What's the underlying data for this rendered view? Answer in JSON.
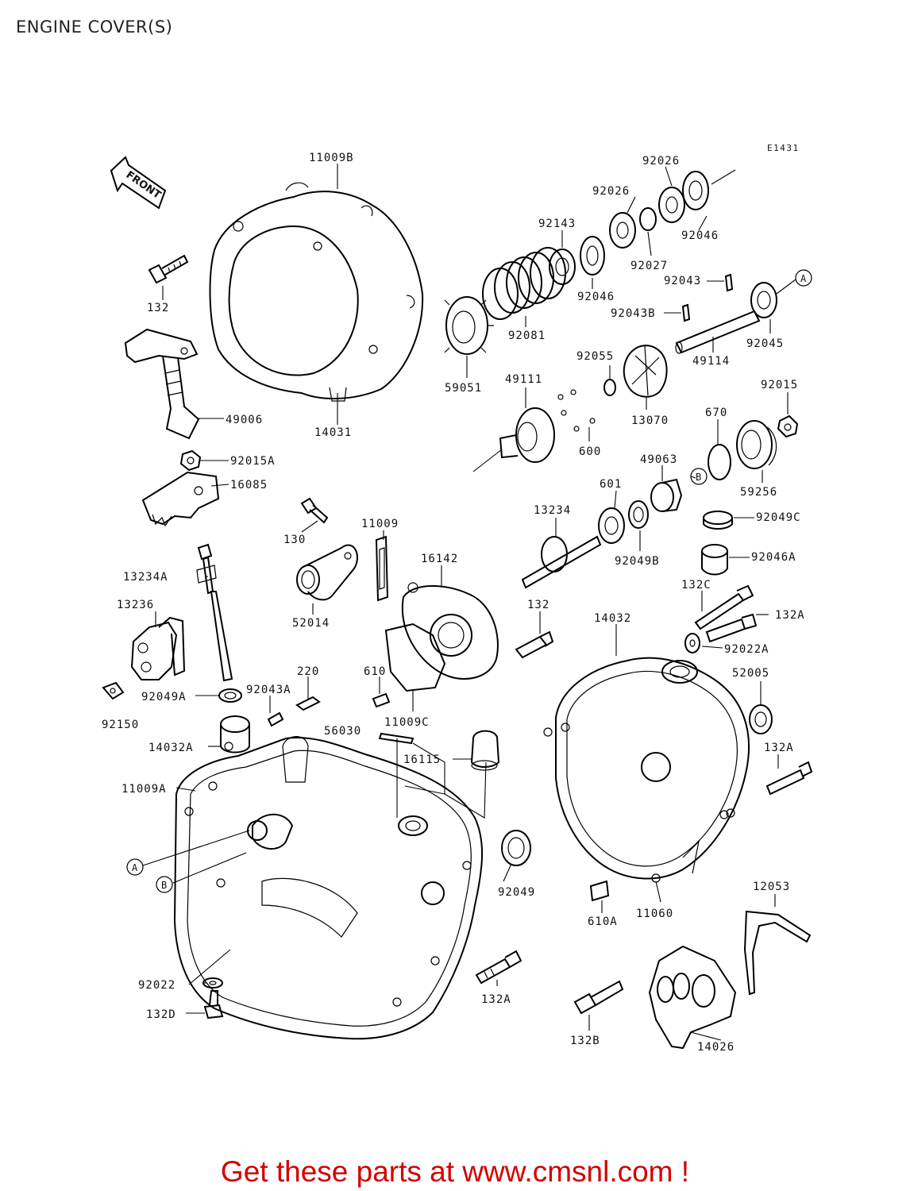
{
  "title": "ENGINE COVER(S)",
  "diagram_code": "E1431",
  "front_label": "FRONT",
  "callouts": {
    "a": "A",
    "b": "B"
  },
  "labels": [
    "11009B",
    "132",
    "49006",
    "14031",
    "92015A",
    "16085",
    "130",
    "11009",
    "52014",
    "16142",
    "13234A",
    "13236",
    "92049A",
    "92150",
    "220",
    "92043A",
    "610",
    "11009C",
    "56030",
    "14032A",
    "16115",
    "11009A",
    "92022",
    "132D",
    "132A",
    "92049",
    "92026",
    "92026",
    "92143",
    "92046",
    "92027",
    "92046",
    "92081",
    "59051",
    "92043",
    "92043B",
    "92045",
    "49114",
    "92055",
    "49111",
    "13070",
    "600",
    "92015",
    "670",
    "59256",
    "49063",
    "601",
    "13234",
    "92049B",
    "92049C",
    "92046A",
    "132C",
    "132A",
    "132",
    "14032",
    "92022A",
    "52005",
    "132A",
    "12053",
    "11060",
    "610A",
    "14026",
    "132B"
  ],
  "footer": "Get these parts at www.cmsnl.com !"
}
